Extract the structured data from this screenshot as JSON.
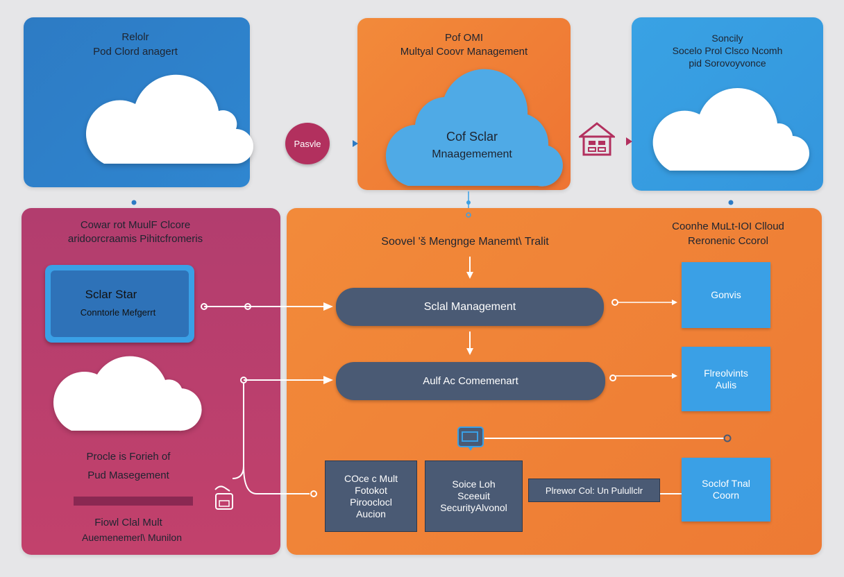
{
  "colors": {
    "panel_blue_dark": "#2f86d0",
    "panel_orange": "#ef7b35",
    "panel_blue_light": "#38a0e2",
    "panel_magenta": "#b93f6d",
    "pill_slate": "#4a5a74",
    "box_blue": "#3aa0e6",
    "bubble_maroon": "#b2305e"
  },
  "top_left": {
    "title": "Relolr",
    "subtitle": "Pod Clord anagert"
  },
  "top_center": {
    "title": "Pof OMI",
    "subtitle": "Multyal Coovr Management",
    "cloud_line1": "Cof Sclar",
    "cloud_line2": "Mnaagemement"
  },
  "top_right": {
    "title": "Soncily",
    "line2": "Socelo Prol Clsco Ncomh",
    "line3": "pid Sorovoyvonce"
  },
  "passive_bubble": "Pasvle",
  "left_panel": {
    "title_line1": "Cowar rot MuulF Clcore",
    "title_line2": "aridoorcraamis Pihitcfromeris",
    "card_title": "Sclar Star",
    "card_subtitle": "Conntorle Mefgerrt",
    "caption_line1": "Procle is Forieh of",
    "caption_line2": "Pud Masegement",
    "footer_line1": "Fiowl Clal Mult",
    "footer_line2": "Auemenemerl\\ Munilon"
  },
  "main_panel": {
    "header": "Soovel 'š Mengnge Manemt\\ Tralit",
    "right_title_line1": "Coonhe MuLt-IOI Clloud",
    "right_title_line2": "Reronenic Ccorol",
    "pill_1": "Sclal Management",
    "pill_2": "Aulf Ac Comemenart",
    "side_box_1": "Gonvis",
    "side_box_2_line1": "Flreolvints",
    "side_box_2_line2": "Aulis",
    "side_box_3_line1": "Soclof Tnal",
    "side_box_3_line2": "Coorn",
    "small_box_1_line1": "COce c Mult",
    "small_box_1_line2": "Fotokot",
    "small_box_1_line3": "Pirooclocl",
    "small_box_1_line4": "Aucion",
    "small_box_2_line1": "Soice Loh",
    "small_box_2_line2": "Sceeuit",
    "small_box_2_line3": "SecurityAlvonol",
    "wide_label": "Plrewor Col: Un Pulullclr"
  },
  "icons": [
    "cloud-icon",
    "house-icon",
    "chat-icon",
    "hand-icon",
    "arrow-icon"
  ]
}
